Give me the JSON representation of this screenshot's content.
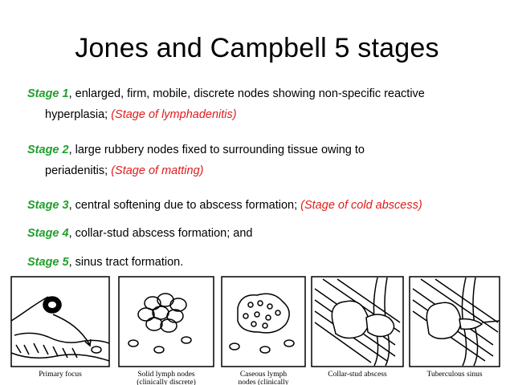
{
  "slide": {
    "title": "Jones and Campbell 5 stages",
    "stages": [
      {
        "label": "Stage 1",
        "text_line1": ", enlarged, firm, mobile, discrete nodes showing non-specific reactive",
        "text_line2": "hyperplasia; ",
        "note": "(Stage of lymphadenitis)"
      },
      {
        "label": "Stage 2",
        "text_line1": ", large rubbery nodes fixed to surrounding tissue owing to",
        "text_line2": "periadenitis; ",
        "note": "(Stage of matting)"
      },
      {
        "label": "Stage 3",
        "text": ", central softening due to abscess formation; ",
        "note": "(Stage of cold abscess)"
      },
      {
        "label": "Stage 4",
        "text": ", collar-stud abscess formation; and"
      },
      {
        "label": "Stage 5",
        "text": ", sinus tract formation."
      }
    ],
    "colors": {
      "stage_label": "#1fa02a",
      "note": "#e01b1b"
    }
  },
  "figure": {
    "captions": [
      "Primary focus",
      "Solid lymph nodes",
      "(clinically discrete)",
      "Caseous  lymph",
      "nodes (clinically",
      "Collar-stud abscess",
      "Tuberculous sinus"
    ]
  }
}
